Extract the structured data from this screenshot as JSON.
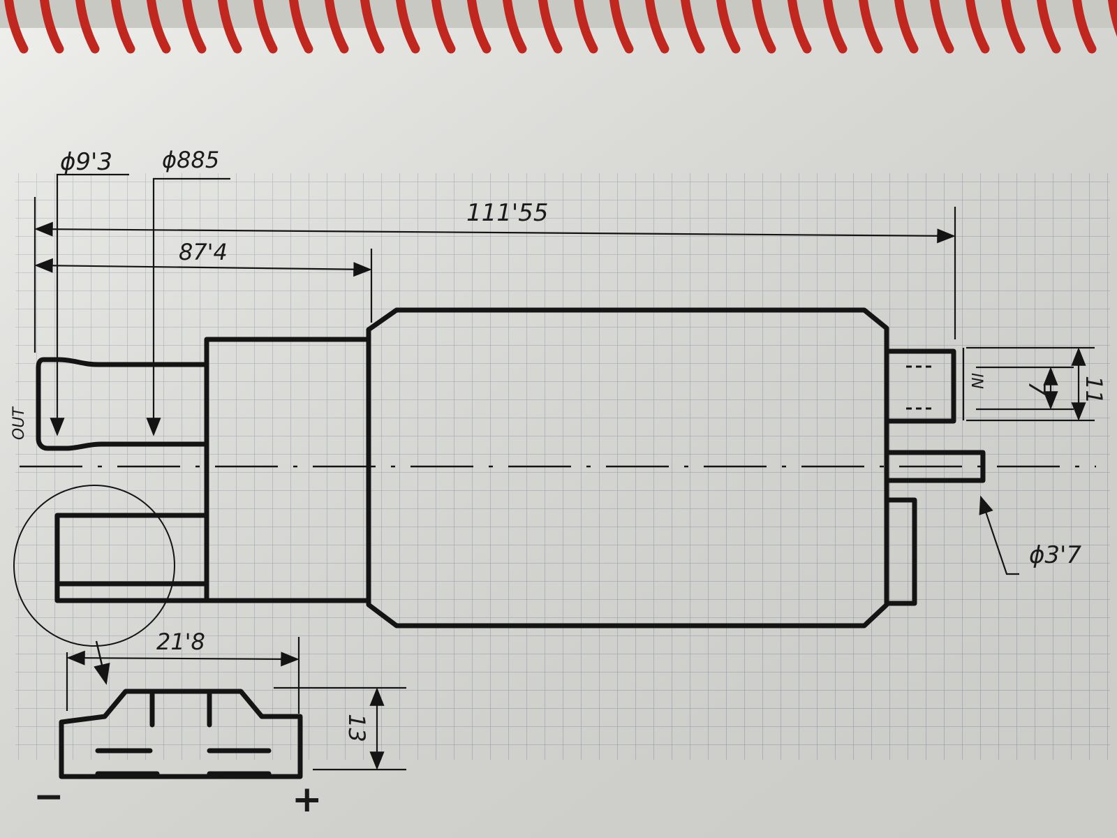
{
  "colors": {
    "paper": "#e8e8e4",
    "paper_shade": "#bdbdb8",
    "grid": "#9aa7b8",
    "ink": "#141414",
    "spiral": "#c0281f"
  },
  "labels": {
    "dia_outlet_tip": "ϕ9'3",
    "dia_outlet_tube": "ϕ885",
    "overall_length": "111'55",
    "length_to_body": "87'4",
    "outlet": "OUT",
    "inlet": "IN",
    "inlet_inner": "7",
    "inlet_outer": "11",
    "pin_dia": "ϕ3'7",
    "connector_width": "21'8",
    "connector_height": "13",
    "terminal_negative": "−",
    "terminal_positive": "+"
  }
}
